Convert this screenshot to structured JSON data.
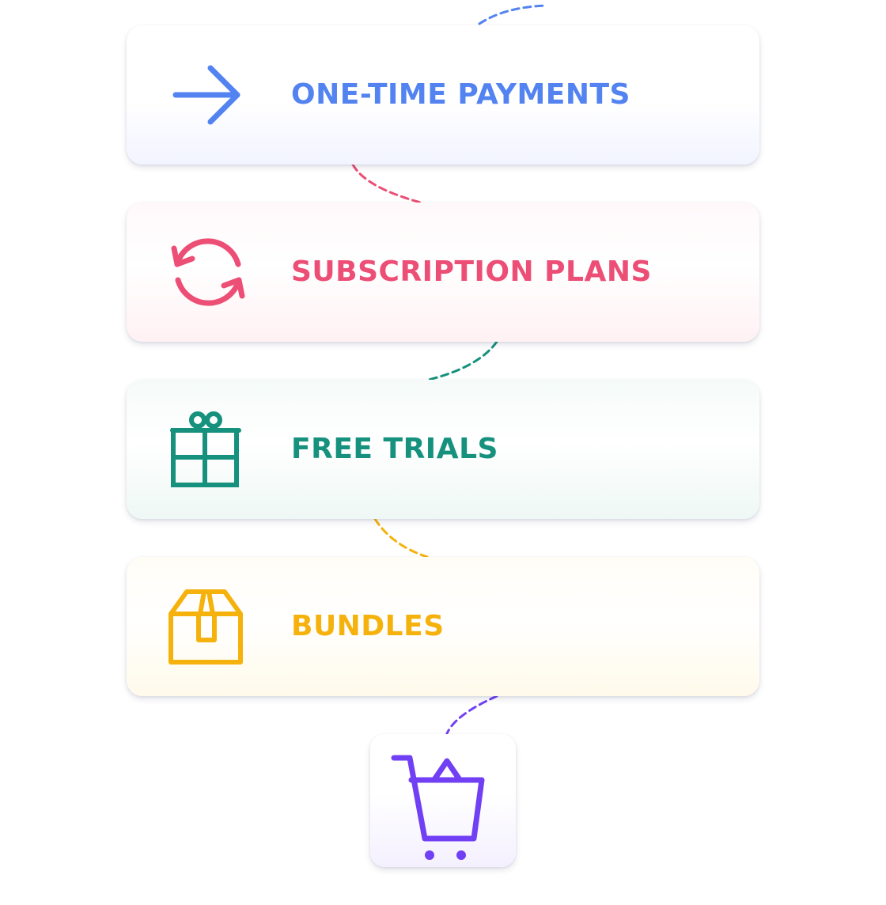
{
  "colors": {
    "payments": "#5283f0",
    "subscriptions": "#ec4e76",
    "trials": "#15917d",
    "bundles": "#f5b20c",
    "cart": "#7140f4"
  },
  "options": [
    {
      "label": "ONE-TIME PAYMENTS",
      "icon": "arrow-right-icon"
    },
    {
      "label": "SUBSCRIPTION PLANS",
      "icon": "refresh-icon"
    },
    {
      "label": "FREE TRIALS",
      "icon": "gift-icon"
    },
    {
      "label": "BUNDLES",
      "icon": "package-box-icon"
    }
  ],
  "cart": {
    "icon": "shopping-cart-icon"
  }
}
